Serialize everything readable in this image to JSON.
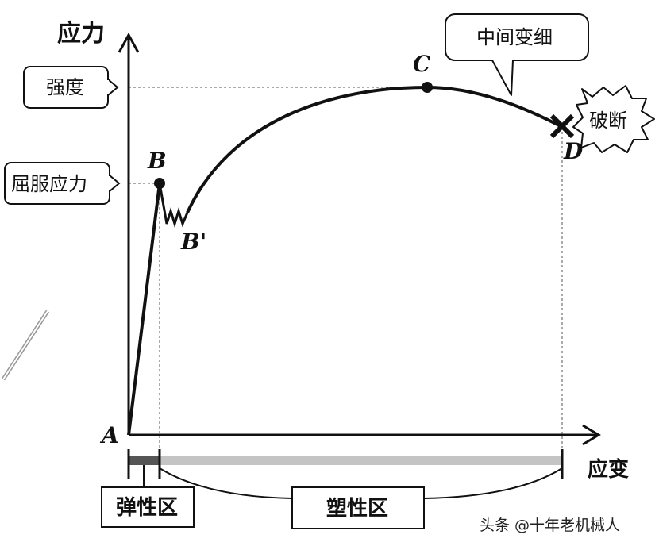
{
  "axes": {
    "y_label": "应力",
    "x_label": "应变"
  },
  "points": {
    "a": "A",
    "b": "B",
    "b_prime": "B'",
    "c": "C",
    "d": "D"
  },
  "callouts": {
    "strength": "强度",
    "yield_stress": "屈服应力",
    "necking": "中间变细",
    "fracture": "破断"
  },
  "regions": {
    "elastic": "弹性区",
    "plastic": "塑性区"
  },
  "watermark": "头条 @十年老机械人",
  "colors": {
    "line": "#111111",
    "elastic_bar": "#555555",
    "plastic_bar": "#c4c4c4"
  }
}
